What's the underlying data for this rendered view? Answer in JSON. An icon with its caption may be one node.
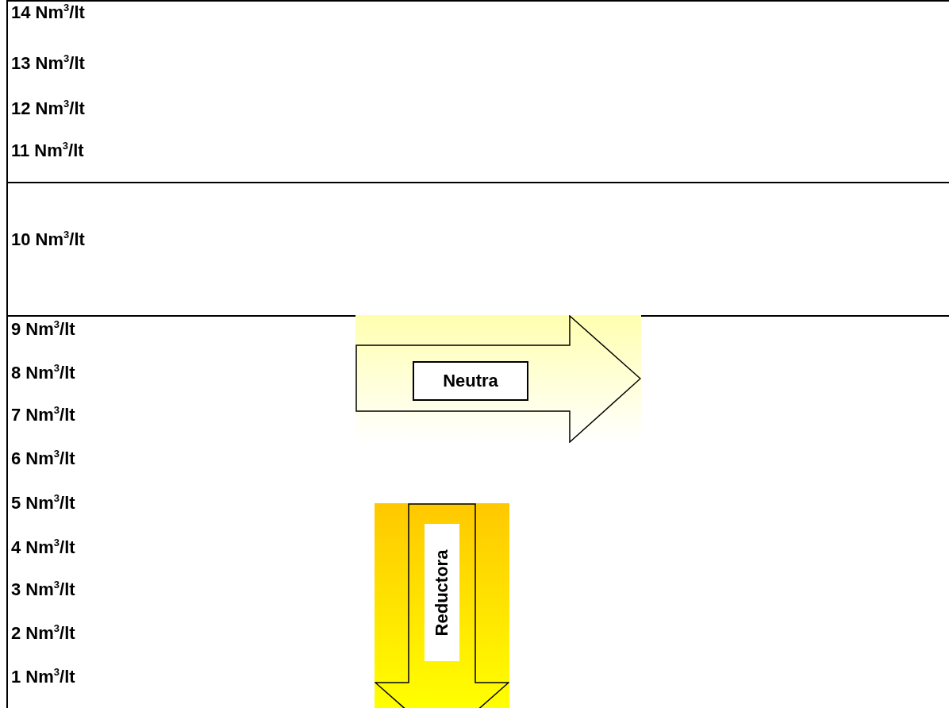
{
  "diagram": {
    "nodes": [
      {
        "text": [
          "14 Nm$^{3}$/lt",
          "13 Nm$^{3}$/lt",
          "12 Nm$^{3}$/lt",
          "11 Nm$^{3}$/lt"
        ]
      },
      {
        "text": [
          "10 Nm$^{3}$/lt"
        ]
      },
      {
        "text": [
          "9 Nm$^{3}$/lt",
          "8 Nm$^{3}$/lt",
          "7 Nm$^{3}$/lt",
          "6 Nm$^{3}$/lt",
          "5 Nm$^{3}$/lt",
          "4 Nm$^{3}$/lt",
          "3 Nm$^{3}$/lt",
          "2 Nm$^{3}$/lt",
          "1 Nm$^{3}$/lt"
        ]
      },
      {
        "text": [
          "Neutra"
        ],
        "in": 2
      },
      {
        "text": [
          "Reductora"
        ],
        "in": 2
      }
    ]
  }
}
